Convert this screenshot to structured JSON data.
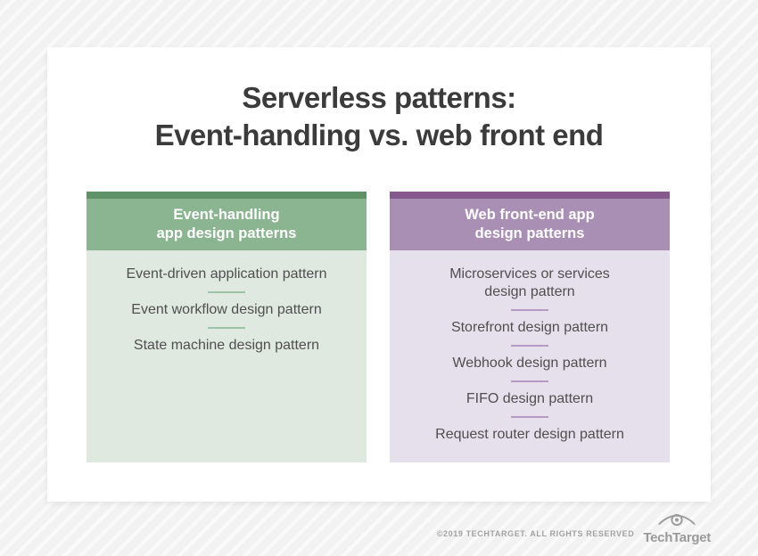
{
  "title": {
    "line1": "Serverless patterns:",
    "line2": "Event-handling vs. web front end"
  },
  "columns": [
    {
      "id": "event-handling",
      "header_line1": "Event-handling",
      "header_line2": "app design patterns",
      "items": [
        "Event-driven application pattern",
        "Event workflow design pattern",
        "State machine design pattern"
      ],
      "colors": {
        "strip": "#609268",
        "header": "#8bb491",
        "body": "#e0e9e0",
        "divider": "#9cc4a3"
      }
    },
    {
      "id": "web-front-end",
      "header_line1": "Web front-end app",
      "header_line2": "design patterns",
      "items": [
        "Microservices or services design pattern",
        "Storefront design pattern",
        "Webhook design pattern",
        "FIFO design pattern",
        "Request router design pattern"
      ],
      "colors": {
        "strip": "#86598f",
        "header": "#a98fb4",
        "body": "#e6dfec",
        "divider": "#b49cc0"
      }
    }
  ],
  "footer": {
    "copyright": "©2019 TECHTARGET. ALL RIGHTS RESERVED",
    "logo_text": "TechTarget",
    "logo_icon": "eye-target-icon"
  },
  "colors": {
    "title_text": "#3b3b3b",
    "item_text": "#4f4f4f",
    "footer_text": "#9b9b9b",
    "card_bg": "#ffffff",
    "page_bg": "#f2f2f2",
    "stripe": "#fafafa"
  }
}
